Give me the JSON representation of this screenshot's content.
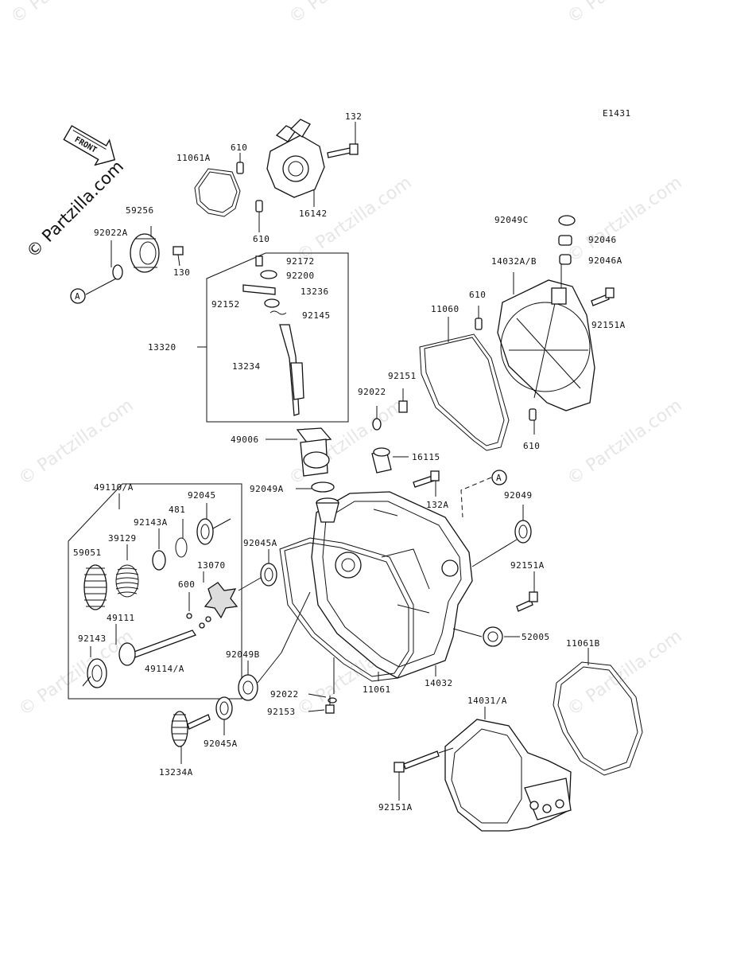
{
  "diagram_code": "E1431",
  "brand_text": "© Partzilla.com",
  "front_arrow_label": "FRONT",
  "watermark_text": "© Partzilla.com",
  "callout_a": "A",
  "labels": {
    "p132": "132",
    "p610_top": "610",
    "p11061a": "11061A",
    "p16142": "16142",
    "p610_b": "610",
    "p59256": "59256",
    "p92022a": "92022A",
    "p130": "130",
    "p92172": "92172",
    "p92200": "92200",
    "p13236": "13236",
    "p92152": "92152",
    "p92145": "92145",
    "p13320": "13320",
    "p13234": "13234",
    "p49006": "49006",
    "p92022": "92022",
    "p92151": "92151",
    "p92049c": "92049C",
    "p92046": "92046",
    "p92046a": "92046A",
    "p14032ab": "14032A/B",
    "p11060": "11060",
    "p610_c": "610",
    "p92151a_top": "92151A",
    "p610_d": "610",
    "p16115": "16115",
    "p92049a": "92049A",
    "p132a": "132A",
    "p92049": "92049",
    "p49110a": "49110/A",
    "p92045": "92045",
    "p481": "481",
    "p92143a": "92143A",
    "p39129": "39129",
    "p59051": "59051",
    "p92045a": "92045A",
    "p13070": "13070",
    "p600": "600",
    "p49111": "49111",
    "p92143": "92143",
    "p49114a": "49114/A",
    "p92151a_mid": "92151A",
    "p52005": "52005",
    "p11061b": "11061B",
    "p92049b": "92049B",
    "p92022_b": "92022",
    "p92153": "92153",
    "p14032": "14032",
    "p11061": "11061",
    "p14031a": "14031/A",
    "p92045a_b": "92045A",
    "p13234a": "13234A",
    "p92151a_bot": "92151A"
  }
}
